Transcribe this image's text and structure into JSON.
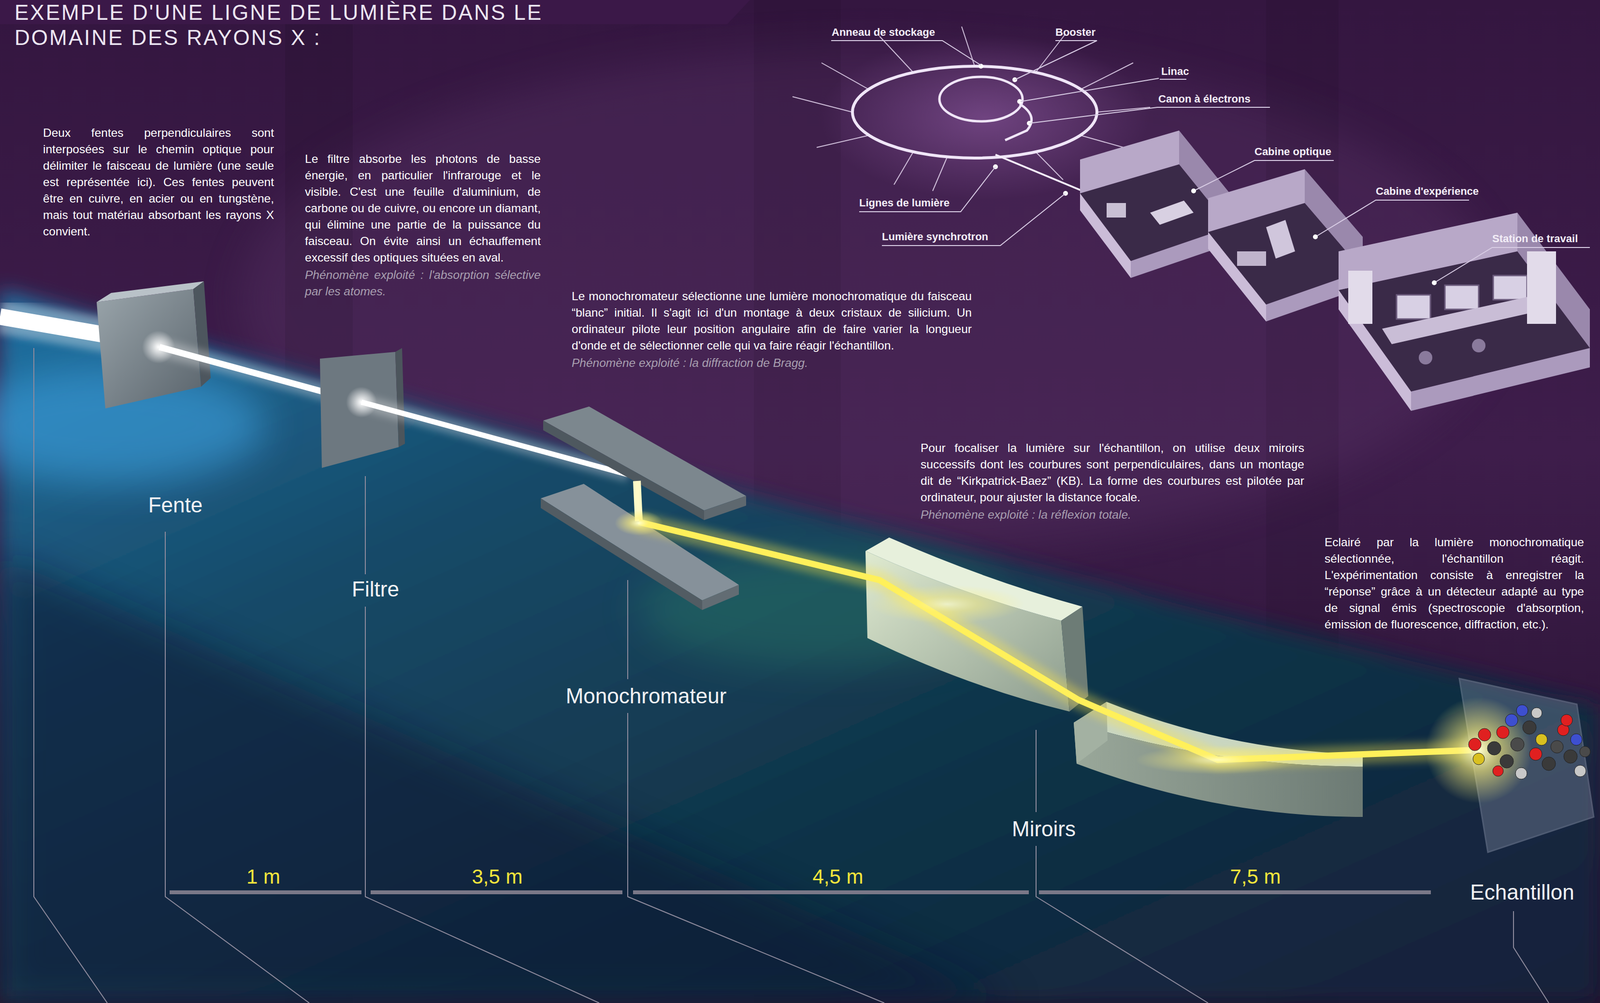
{
  "diagram": {
    "title": "EXEMPLE D'UNE LIGNE DE LUMIÈRE DANS LE DOMAINE DES RAYONS X :",
    "labels": [
      "Deux fentes perpendiculaires sont interposées sur le chemin optique pour délimiter le faisceau de lumière (une seule est représentée ici). Ces fentes peuvent être en cuivre, en acier ou en tungstène, mais tout matériau absorbant les rayons X convient.",
      "Le filtre absorbe les photons de basse énergie, en particulier l'infrarouge et le visible. C'est une feuille d'aluminium, de carbone ou de cuivre, ou encore un diamant, qui élimine une partie de la puissance du faisceau. On évite ainsi un échauffement excessif des optiques situées en aval.",
      "Phénomène exploité : l'absorption sélective par les atomes.",
      "Le monochromateur sélectionne une lumière monochromatique du faisceau “blanc” initial. Il s'agit ici d'un montage à deux cristaux de silicium. Un ordinateur pilote leur position angulaire afin de faire varier la longueur d'onde et de sélectionner celle qui va faire réagir l'échantillon.",
      "Phénomène exploité : la diffraction de Bragg.",
      "Pour focaliser la lumière sur l'échantillon, on utilise deux miroirs successifs dont les courbures sont perpendiculaires, dans un montage dit de “Kirkpatrick-Baez” (KB). La forme des courbures est pilotée par ordinateur, pour ajuster la distance focale.",
      "Phénomène exploité : la réflexion totale.",
      "Eclairé par la lumière monochromatique sélectionnée, l'échantillon réagit. L'expérimentation consiste à enregistrer la “réponse” grâce à un détecteur adapté au type de signal émis (spectroscopie d'absorption, émission de fluorescence, diffraction, etc.).",
      "Fente",
      "Filtre",
      "Monochromateur",
      "Miroirs",
      "Echantillon",
      "1 m",
      "3,5 m",
      "4,5 m",
      "7,5 m",
      "Anneau de stockage",
      "Booster",
      "Linac",
      "Canon à électrons",
      "Cabine optique",
      "Cabine d'expérience",
      "Station de travail",
      "Lignes de lumière",
      "Lumière synchrotron"
    ]
  }
}
